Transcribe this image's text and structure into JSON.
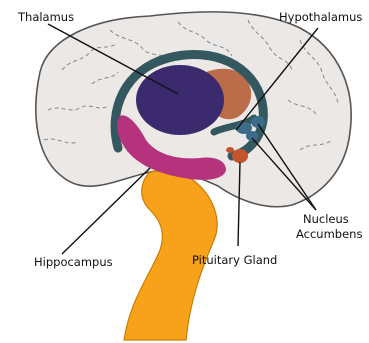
{
  "labels": {
    "thalamus": "Thalamus",
    "hypothalamus": "Hypothalamus",
    "nucleus_line1": "Nucleus",
    "nucleus_line2": "Accumbens",
    "hippocampus": "Hippocampus",
    "pituitary": "Pituitary Gland"
  },
  "colors": {
    "brain_fill": "#ebe8e6",
    "brain_outline": "#555555",
    "fissure": "#7a8a96",
    "fornix": "#34585f",
    "thalamus": "#3b2a6e",
    "hippocampus": "#b5337d",
    "hypothalamus_dots": "#b2572b",
    "pituitary": "#c2552d",
    "nucleus_accumbens": "#3d6b8a",
    "brainstem": "#f7a21a",
    "brainstem_outline": "#c97d00",
    "leader_line": "#111111"
  }
}
